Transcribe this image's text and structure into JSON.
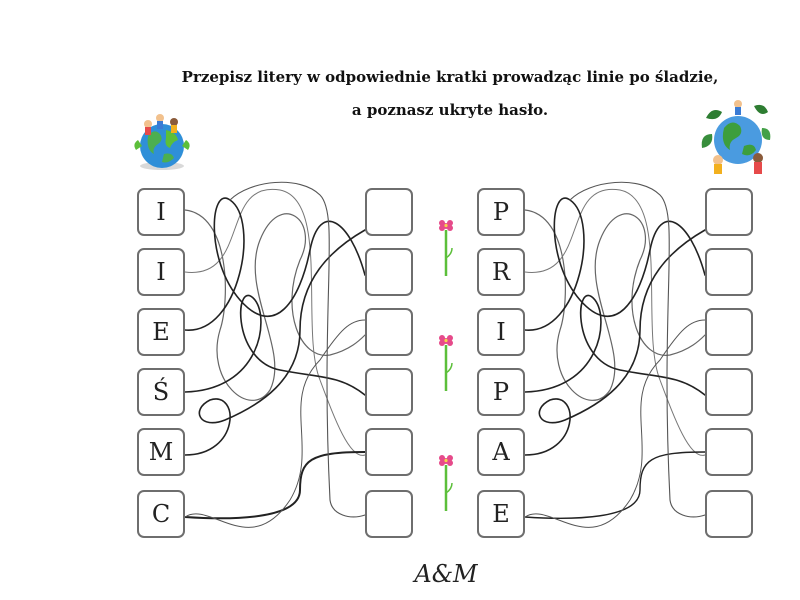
{
  "instructions": {
    "line1": "Przepisz litery w odpowiednie kratki prowadząc linie po śladzie,",
    "line2": "a poznasz ukryte hasło."
  },
  "left_puzzle": {
    "letters": [
      "I",
      "I",
      "E",
      "Ś",
      "M",
      "C"
    ],
    "answers": [
      "",
      "",
      "",
      "",
      "",
      ""
    ]
  },
  "right_puzzle": {
    "letters": [
      "P",
      "R",
      "I",
      "P",
      "A",
      "E"
    ],
    "answers": [
      "",
      "",
      "",
      "",
      "",
      ""
    ]
  },
  "signature": "A&M",
  "decorations": {
    "left_image": "earth-globe-with-children-icon",
    "right_image": "earth-with-plants-and-people-icon",
    "flowers": [
      "pink-flower-icon",
      "pink-flower-icon",
      "pink-flower-icon"
    ],
    "colors": {
      "box_border": "#6e6e6e",
      "line": "#222222",
      "flower_petal": "#e64a8a",
      "flower_stem": "#5cbf3a"
    }
  }
}
